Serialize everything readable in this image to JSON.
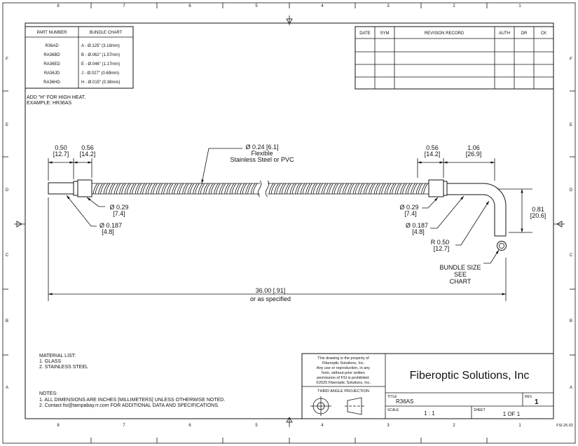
{
  "zones": {
    "cols_top": [
      "8",
      "7",
      "6",
      "5",
      "4",
      "3",
      "2",
      "1"
    ],
    "cols_bottom": [
      "8",
      "7",
      "6",
      "5",
      "4",
      "3",
      "2",
      "1"
    ],
    "rows": [
      "F",
      "E",
      "D",
      "C",
      "B",
      "A"
    ]
  },
  "part_table": {
    "header_part": "PART NUMBER",
    "header_bundle": "BUNDLE CHART",
    "rows": [
      {
        "part": "R36AD",
        "bundle": "A - Ø.125\" (3.18mm)"
      },
      {
        "part": "RA36BD",
        "bundle": "B - Ø.062\" (1.57mm)"
      },
      {
        "part": "RA36ED",
        "bundle": "E - Ø.046\" (1.17mm)"
      },
      {
        "part": "RA36JD",
        "bundle": "J - Ø.027\" (0.69mm)"
      },
      {
        "part": "RA36HD",
        "bundle": "H - Ø.015\" (0.38mm)"
      }
    ]
  },
  "revision_table": {
    "headers": [
      "DATE",
      "SYM",
      "REVISION RECORD",
      "AUTH",
      "DR",
      "CK"
    ]
  },
  "high_heat_note": [
    "ADD \"H\" FOR HIGH HEAT.",
    "EXAMPLE: HR36AS"
  ],
  "dimensions": {
    "left_050": [
      "0.50",
      "[12.7]"
    ],
    "left_056": [
      "0.56",
      "[14.2]"
    ],
    "hose": [
      "Ø 0.24 [6.1]",
      "Flexible",
      "Stainless Steel or PVC"
    ],
    "left_029": [
      "Ø 0.29",
      "[7.4]"
    ],
    "left_0187": [
      "Ø 0.187",
      "[4.8]"
    ],
    "right_056": [
      "0.56",
      "[14.2]"
    ],
    "right_106": [
      "1.06",
      "[26.9]"
    ],
    "right_029": [
      "Ø 0.29",
      "[7.4]"
    ],
    "right_0187": [
      "Ø 0.187",
      "[4.8]"
    ],
    "radius": [
      "R 0.50",
      "[12.7]"
    ],
    "height_081": [
      "0.81",
      "[20.6]"
    ],
    "bundle_size": [
      "BUNDLE SIZE",
      "SEE",
      "CHART"
    ],
    "overall": [
      "36.00 [.91]",
      "or as specified"
    ]
  },
  "material_list": {
    "title": "MATERIAL LIST:",
    "items": [
      "1.   GLASS",
      "2.   STAINLESS STEEL"
    ]
  },
  "notes": {
    "title": "NOTES:",
    "items": [
      "1.   ALL DIMENSIONS ARE INCHES [MILLIMETERS] UNLESS OTHERWISE NOTED.",
      "2.   Contact fsi@tampabay.rr.com FOR ADDITIONAL DATA AND SPECIFICATIONS."
    ]
  },
  "title_block": {
    "property_notice": [
      "This drawing is the property of",
      "Fiberoptic Solutions, Inc.",
      "Any use or reproduction, in any",
      "form, without prior written",
      "permission of FSI is prohibited.",
      "©2025 Fiberoptic Solutions, Inc."
    ],
    "projection_label": "THIRD ANGLE PROJECTION",
    "company": "Fiberoptic Solutions, Inc",
    "title_label": "TITLE",
    "title_value": "R36AS",
    "rev_label": "REV.",
    "rev_value": "1",
    "scale_label": "SCALE",
    "scale_value": "1 : 1",
    "sheet_label": "SHEET",
    "sheet_value": "1  OF 1",
    "doc_code": "FSI.25.02"
  }
}
